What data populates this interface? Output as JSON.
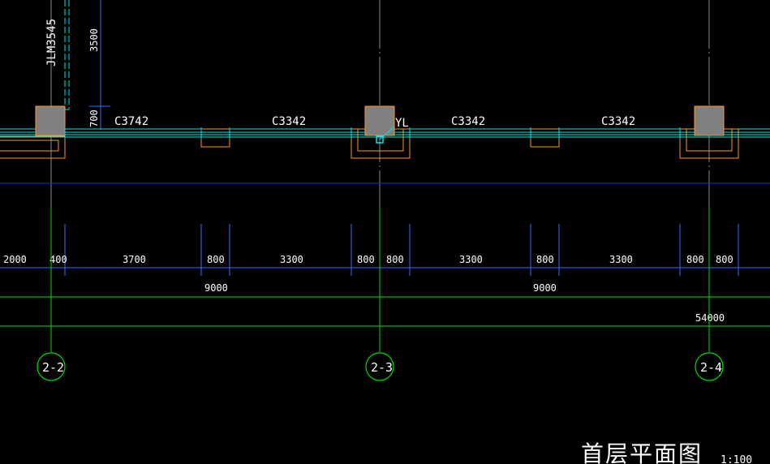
{
  "drawing": {
    "title": "首层平面图",
    "scale": "1:100",
    "door_label": "JLM3545",
    "door_height": "3500",
    "sill_height": "700",
    "beam_label": "YL",
    "windows": [
      "C3742",
      "C3342",
      "C3342",
      "C3342"
    ],
    "dims_row1": [
      "2000",
      "400",
      "3700",
      "800",
      "3300",
      "800",
      "800",
      "3300",
      "800",
      "3300",
      "800",
      "800"
    ],
    "dims_row2": [
      "9000",
      "9000"
    ],
    "dims_total": "54000",
    "axes": [
      "2-2",
      "2-3",
      "2-4"
    ]
  },
  "colors": {
    "background": "#000000",
    "wall_line": "#00e5e5",
    "column_fill": "#808080",
    "column_outline": "#ff9922",
    "dimension_line": "#3a6cff",
    "axis_line": "#00dd00",
    "grid_line": "#999999",
    "text": "#ffffff"
  }
}
